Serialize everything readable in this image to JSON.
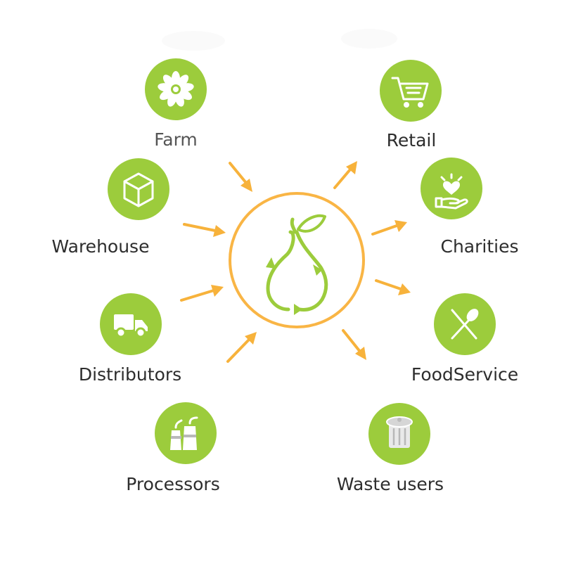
{
  "diagram": {
    "colors": {
      "node": "#9ccc3c",
      "arrow": "#f7b23b",
      "hub": "#f9b545",
      "text": "#2d2d2d"
    },
    "hub": {
      "icon": "pear-recycle-icon"
    },
    "nodes": [
      {
        "id": "farm",
        "label": "Farm",
        "icon": "flower-icon",
        "direction": "in"
      },
      {
        "id": "warehouse",
        "label": "Warehouse",
        "icon": "box-icon",
        "direction": "in"
      },
      {
        "id": "distributors",
        "label": "Distributors",
        "icon": "truck-icon",
        "direction": "in"
      },
      {
        "id": "processors",
        "label": "Processors",
        "icon": "factory-icon",
        "direction": "in"
      },
      {
        "id": "retail",
        "label": "Retail",
        "icon": "shopping-cart-icon",
        "direction": "out"
      },
      {
        "id": "charities",
        "label": "Charities",
        "icon": "heart-hand-icon",
        "direction": "out"
      },
      {
        "id": "foodservice",
        "label": "FoodService",
        "icon": "cutlery-icon",
        "direction": "out"
      },
      {
        "id": "waste_users",
        "label": "Waste users",
        "icon": "trash-bin-icon",
        "direction": "out"
      }
    ]
  }
}
